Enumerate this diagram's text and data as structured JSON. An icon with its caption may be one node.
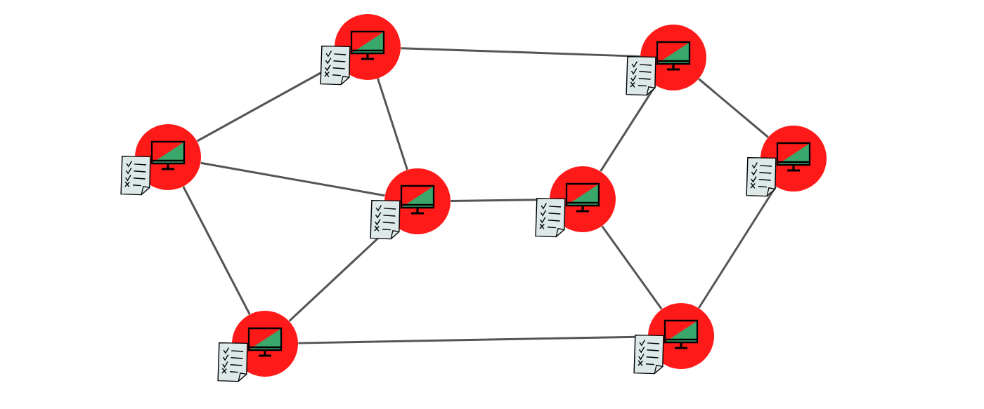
{
  "diagram": {
    "nodes": [
      {
        "text": [],
        "shape": "circle"
      },
      {
        "text": [],
        "shape": "circle"
      },
      {
        "text": [],
        "shape": "circle"
      },
      {
        "text": [],
        "shape": "circle"
      },
      {
        "text": [],
        "shape": "circle"
      },
      {
        "text": [],
        "shape": "circle"
      },
      {
        "text": [],
        "shape": "circle"
      },
      {
        "text": [],
        "shape": "circle"
      }
    ],
    "edges": [
      {
        "from": 0,
        "to": 1,
        "arrow": "none"
      },
      {
        "from": 0,
        "to": 2,
        "arrow": "none"
      },
      {
        "from": 0,
        "to": 4,
        "arrow": "none"
      },
      {
        "from": 2,
        "to": 4,
        "arrow": "none"
      },
      {
        "from": 2,
        "to": 6,
        "arrow": "none"
      },
      {
        "from": 4,
        "to": 6,
        "arrow": "none"
      },
      {
        "from": 4,
        "to": 5,
        "arrow": "none"
      },
      {
        "from": 5,
        "to": 1,
        "arrow": "none"
      },
      {
        "from": 1,
        "to": 3,
        "arrow": "none"
      },
      {
        "from": 5,
        "to": 7,
        "arrow": "none"
      },
      {
        "from": 3,
        "to": 7,
        "arrow": "none"
      },
      {
        "from": 6,
        "to": 7,
        "arrow": "none"
      }
    ]
  }
}
